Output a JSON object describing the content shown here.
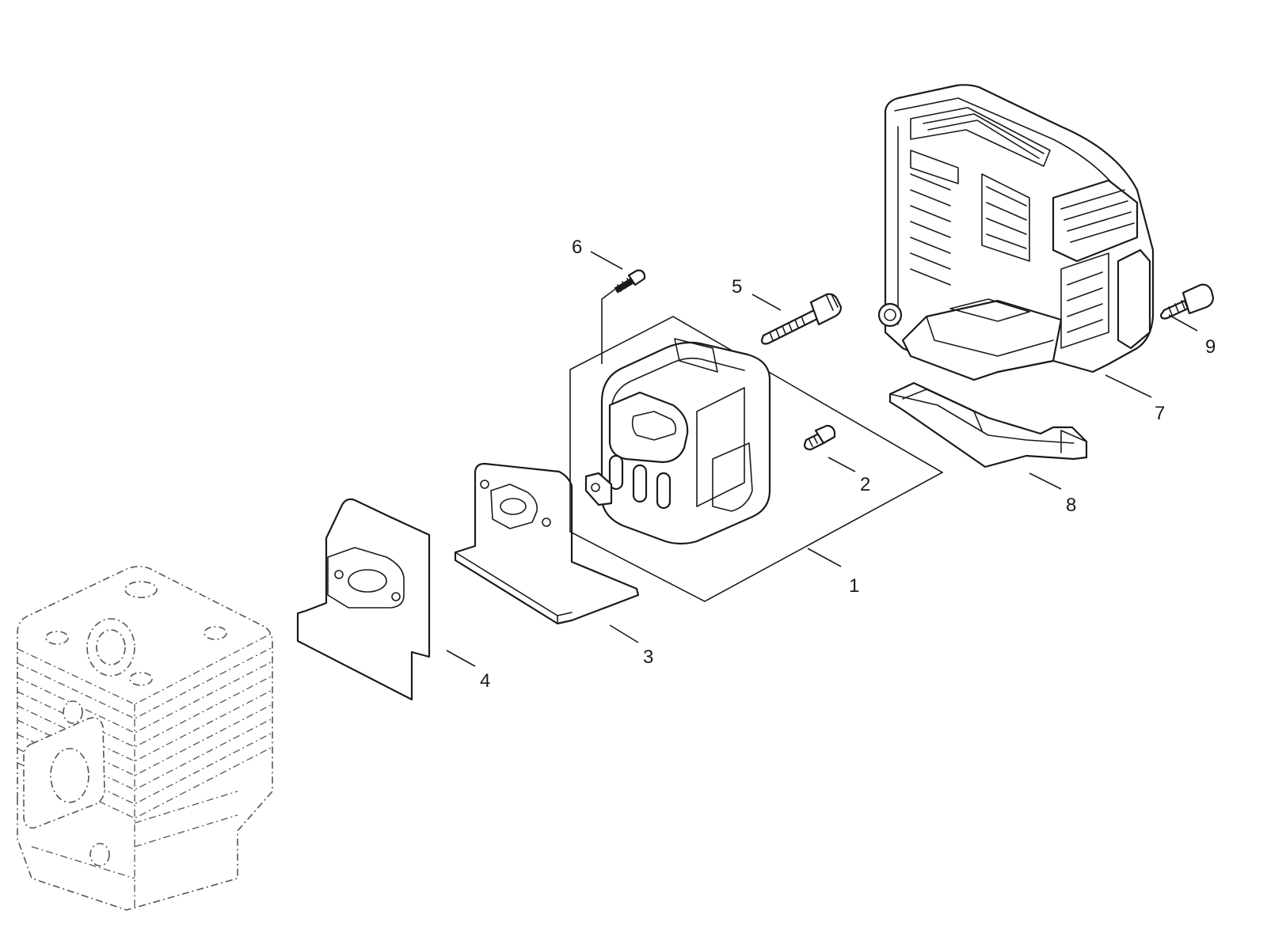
{
  "callouts": [
    {
      "id": "1",
      "label": "1"
    },
    {
      "id": "2",
      "label": "2"
    },
    {
      "id": "3",
      "label": "3"
    },
    {
      "id": "4",
      "label": "4"
    },
    {
      "id": "5",
      "label": "5"
    },
    {
      "id": "6",
      "label": "6"
    },
    {
      "id": "7",
      "label": "7"
    },
    {
      "id": "8",
      "label": "8"
    },
    {
      "id": "9",
      "label": "9"
    }
  ],
  "parts": [
    {
      "callout": "1",
      "icon": "muffler-icon"
    },
    {
      "callout": "2",
      "icon": "screw-icon"
    },
    {
      "callout": "3",
      "icon": "heat-shield-plate-icon"
    },
    {
      "callout": "4",
      "icon": "gasket-icon"
    },
    {
      "callout": "5",
      "icon": "bolt-icon"
    },
    {
      "callout": "6",
      "icon": "screw-icon"
    },
    {
      "callout": "7",
      "icon": "muffler-cover-icon"
    },
    {
      "callout": "8",
      "icon": "guide-plate-icon"
    },
    {
      "callout": "9",
      "icon": "bolt-icon"
    }
  ],
  "reference_part": {
    "icon": "cylinder-icon",
    "style": "phantom"
  }
}
